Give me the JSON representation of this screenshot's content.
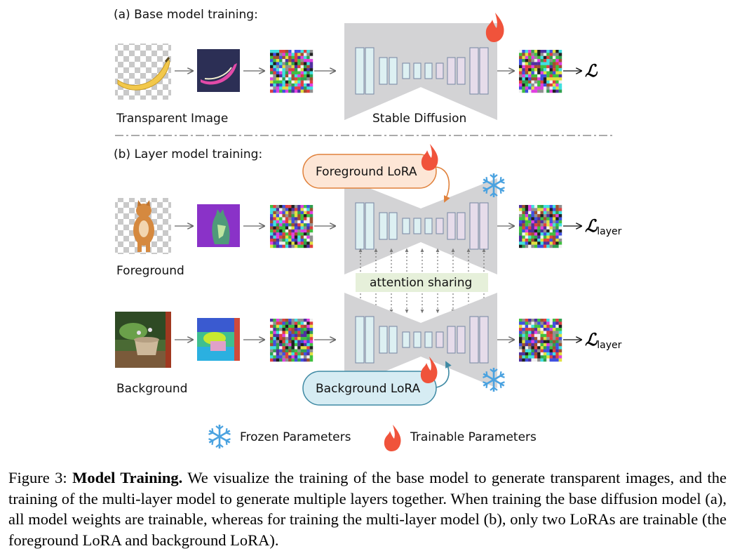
{
  "sections": {
    "a_title": "(a) Base model training:",
    "b_title": "(b) Layer model training:"
  },
  "labels": {
    "transparent_image": "Transparent Image",
    "stable_diffusion": "Stable Diffusion",
    "foreground": "Foreground",
    "background": "Background",
    "attention_sharing": "attention sharing",
    "foreground_lora": "Foreground LoRA",
    "background_lora": "Background LoRA"
  },
  "losses": {
    "base": "ℒ",
    "layer_symbol": "ℒ",
    "layer_sub": "layer"
  },
  "legend": {
    "frozen": "Frozen Parameters",
    "trainable": "Trainable Parameters"
  },
  "icons": {
    "frozen": "snowflake-icon",
    "trainable": "flame-icon"
  },
  "colors": {
    "unet_body": "#d3d3d5",
    "block_teal": "#ddf0f2",
    "block_purple": "#e6dcea",
    "block_stroke": "#7f8ea8",
    "fg_lora_fill": "#fde6d6",
    "fg_lora_stroke": "#e0813b",
    "bg_lora_fill": "#d6ecf3",
    "bg_lora_stroke": "#3f8aa4",
    "attention_fill": "#e6f0da",
    "snowflake": "#4aa2e0",
    "flame": "#f0533b"
  },
  "caption": {
    "prefix": "Figure 3: ",
    "bold": "Model Training.",
    "text": " We visualize the training of the base model to generate transparent images, and the training of the multi-layer model to generate multiple layers together. When training the base diffusion model (a), all model weights are trainable, whereas for training the multi-layer model (b), only two LoRAs are trainable (the foreground LoRA and background LoRA)."
  }
}
